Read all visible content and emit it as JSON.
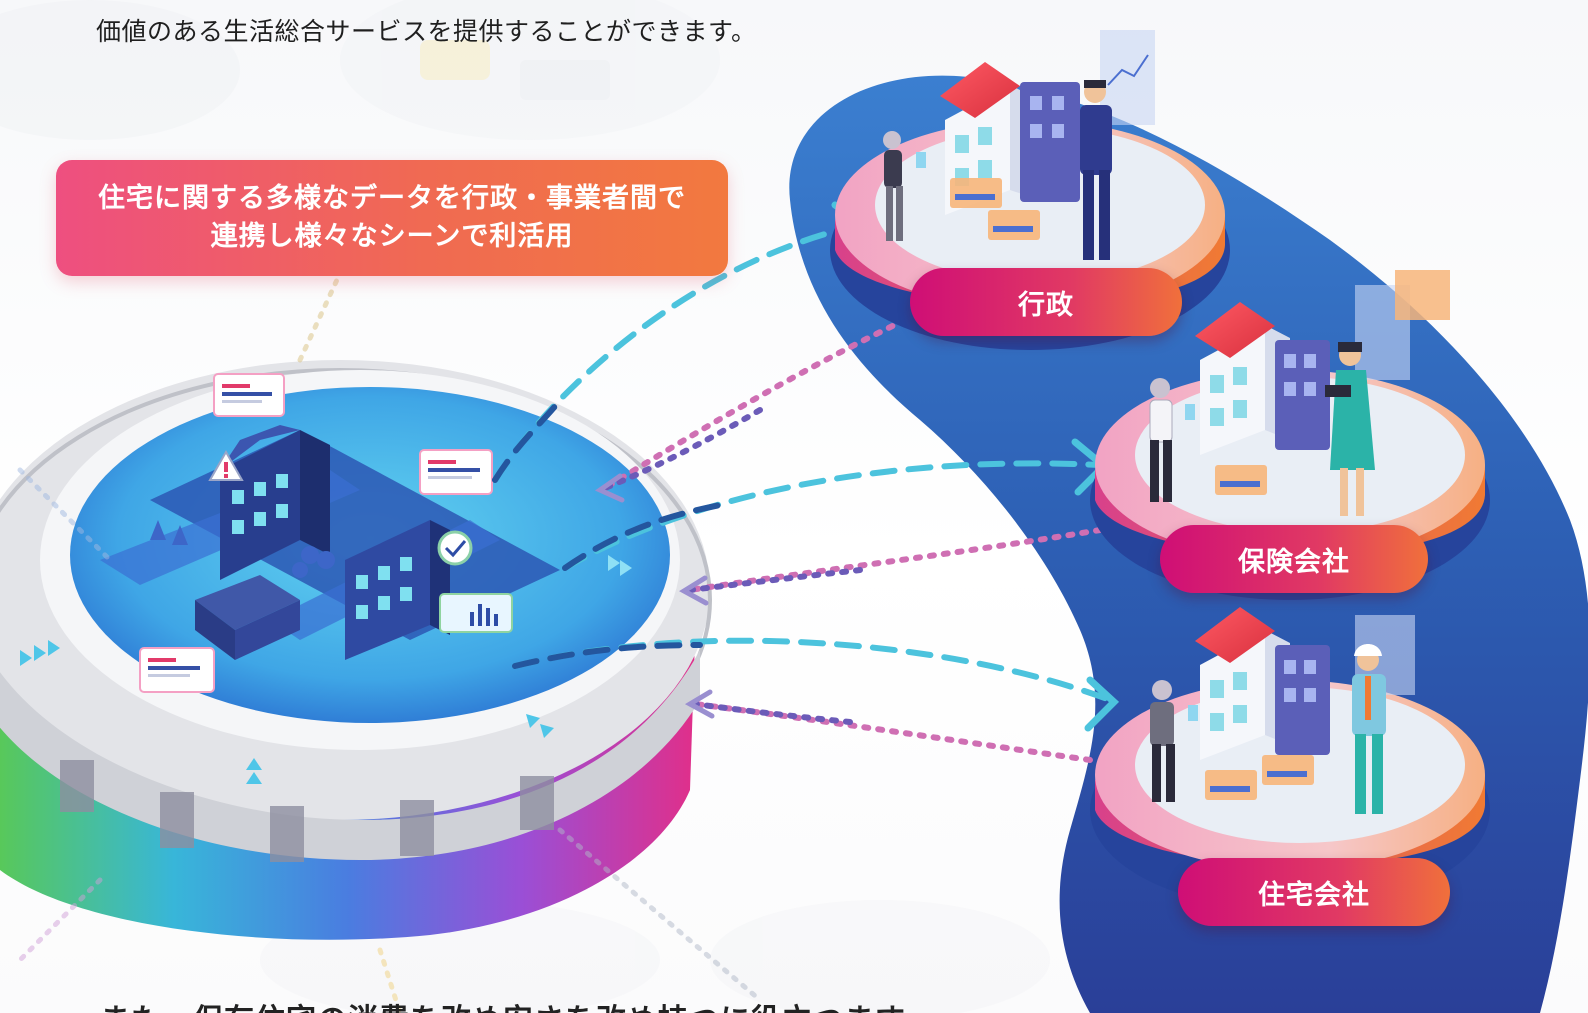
{
  "intro_text": "価値のある生活総合サービスを提供することができます。",
  "headline": {
    "line1": "住宅に関する多様なデータを行政・事業者間で",
    "line2": "連携し様々なシーンで利活用"
  },
  "entities": {
    "government": "行政",
    "insurance": "保険会社",
    "housing": "住宅会社"
  },
  "bottom_text": "また、保有住宅の消費を改め安さを改め持つに役立つます",
  "colors": {
    "accent_pink": "#e0186f",
    "accent_orange": "#f0703b",
    "blue_band": "#2e63b8",
    "cyan_arrow": "#4cc3dd",
    "navy_arrow": "#24569e",
    "dotted_pink": "#cf6fb3",
    "dotted_purple": "#7b5bb0"
  }
}
